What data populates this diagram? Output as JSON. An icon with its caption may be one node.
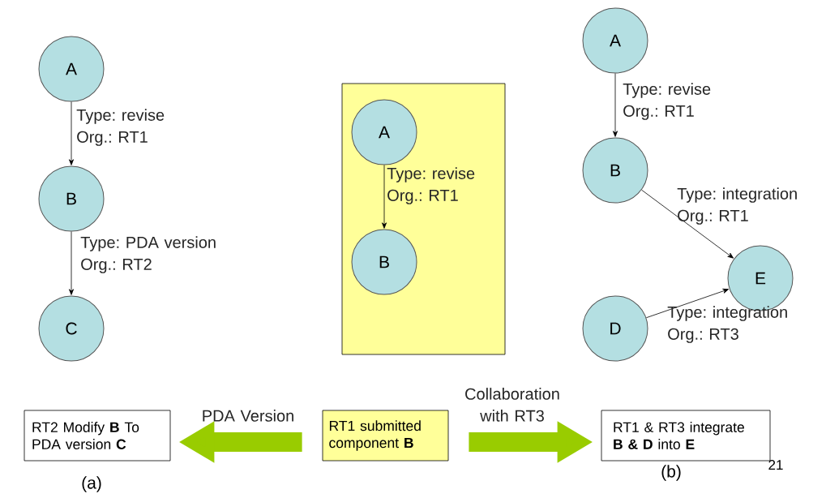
{
  "diagram": {
    "nodes": [
      {
        "text": [
          "A"
        ]
      },
      {
        "text": [
          "B"
        ]
      },
      {
        "text": [
          "C"
        ]
      },
      {
        "text": [],
        "shape": "box"
      },
      {
        "text": [
          "A"
        ],
        "in": 3
      },
      {
        "text": [
          "B"
        ],
        "in": 3
      },
      {
        "text": [
          "A"
        ]
      },
      {
        "text": [
          "B"
        ]
      },
      {
        "text": [
          "E"
        ]
      },
      {
        "text": [
          "D"
        ]
      },
      {
        "text": [
          "RT2 Modify **B** To PDA version **C**"
        ]
      },
      {
        "text": [
          "RT1 submitted component **B**"
        ]
      },
      {
        "text": [
          "RT1 & RT3 integrate **B & D** into **E**"
        ]
      }
    ],
    "edges": [
      {
        "from": 0,
        "to": 1,
        "arrow": "to",
        "label": "Type: revise Org.: RT1"
      },
      {
        "from": 1,
        "to": 2,
        "arrow": "to",
        "label": "Type: PDA version Org.: RT2"
      },
      {
        "from": 4,
        "to": 5,
        "arrow": "to",
        "label": "Type: revise Org.: RT1"
      },
      {
        "from": 6,
        "to": 7,
        "arrow": "to",
        "label": "Type: revise Org.: RT1"
      },
      {
        "from": 7,
        "to": 8,
        "arrow": "to",
        "label": "Type: integration Org.: RT1"
      },
      {
        "from": 9,
        "to": 8,
        "arrow": "to",
        "label": "Type: integration Org.: RT3"
      },
      {
        "from": 11,
        "to": 10,
        "arrow": "to",
        "label": "PDA Version",
        "style": "thick",
        "color": "#99cc00"
      },
      {
        "from": 11,
        "to": 12,
        "arrow": "to",
        "label": "Collaboration with RT3",
        "style": "thick",
        "color": "#99cc00"
      }
    ],
    "labels": [
      "21",
      "(a)",
      "(b)"
    ]
  }
}
